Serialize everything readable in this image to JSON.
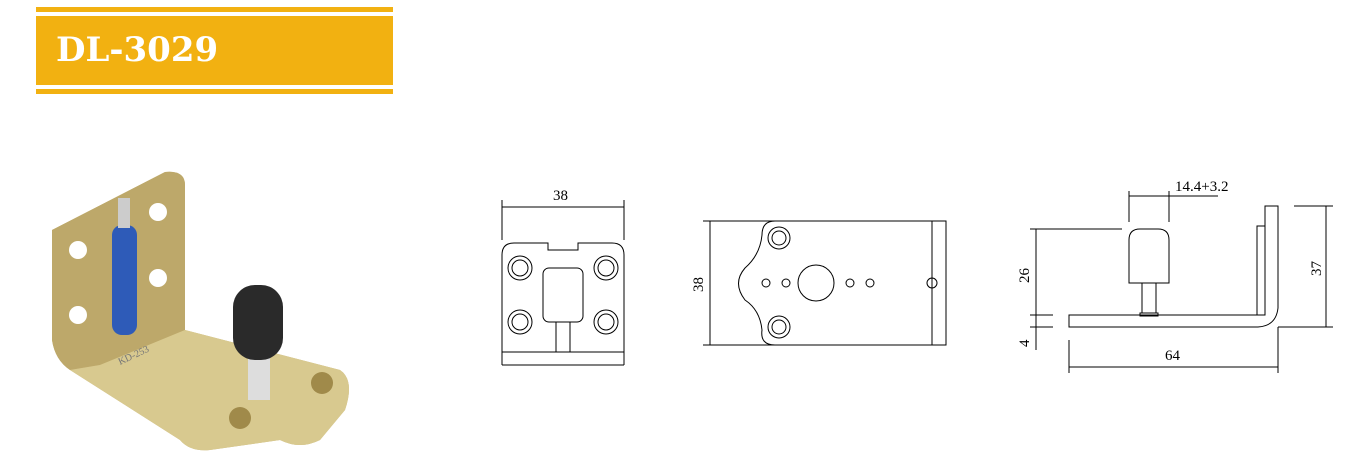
{
  "product": {
    "model": "DL-3029",
    "brand_color": "#f2b111",
    "photo_stamp": "KD-253"
  },
  "drawings": {
    "top_view": {
      "width_label": "38"
    },
    "front_view": {
      "height_label": "38"
    },
    "side_view": {
      "pin_label": "14.4+3.2",
      "pin_height_label": "26",
      "plate_thickness_label": "4",
      "length_label": "64",
      "height_label": "37"
    }
  }
}
